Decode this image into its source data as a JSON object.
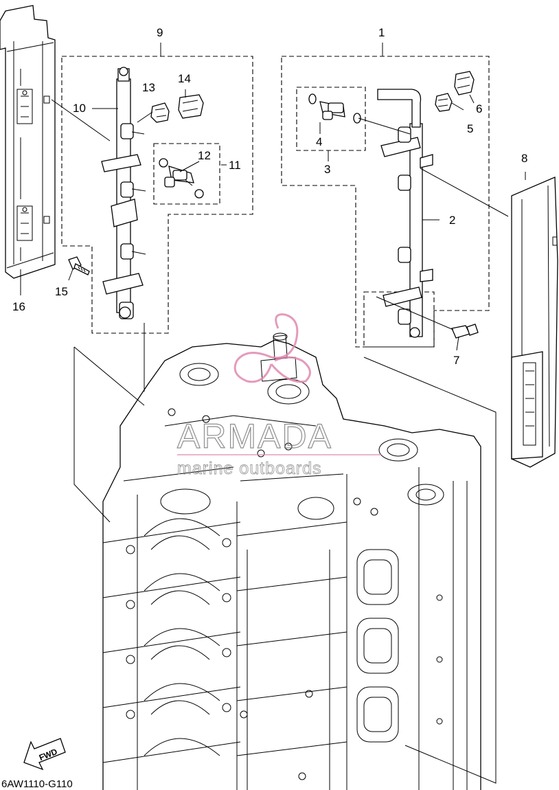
{
  "diagram": {
    "callouts": [
      "1",
      "2",
      "3",
      "4",
      "5",
      "6",
      "7",
      "8",
      "9",
      "10",
      "11",
      "12",
      "13",
      "14",
      "15",
      "16"
    ],
    "drawing_code": "6AW1110-G110",
    "direction_label": "FWD",
    "watermark": {
      "brand": "ARMADA",
      "tagline": "marine outboards",
      "logo_color": "#e08ab0"
    }
  }
}
